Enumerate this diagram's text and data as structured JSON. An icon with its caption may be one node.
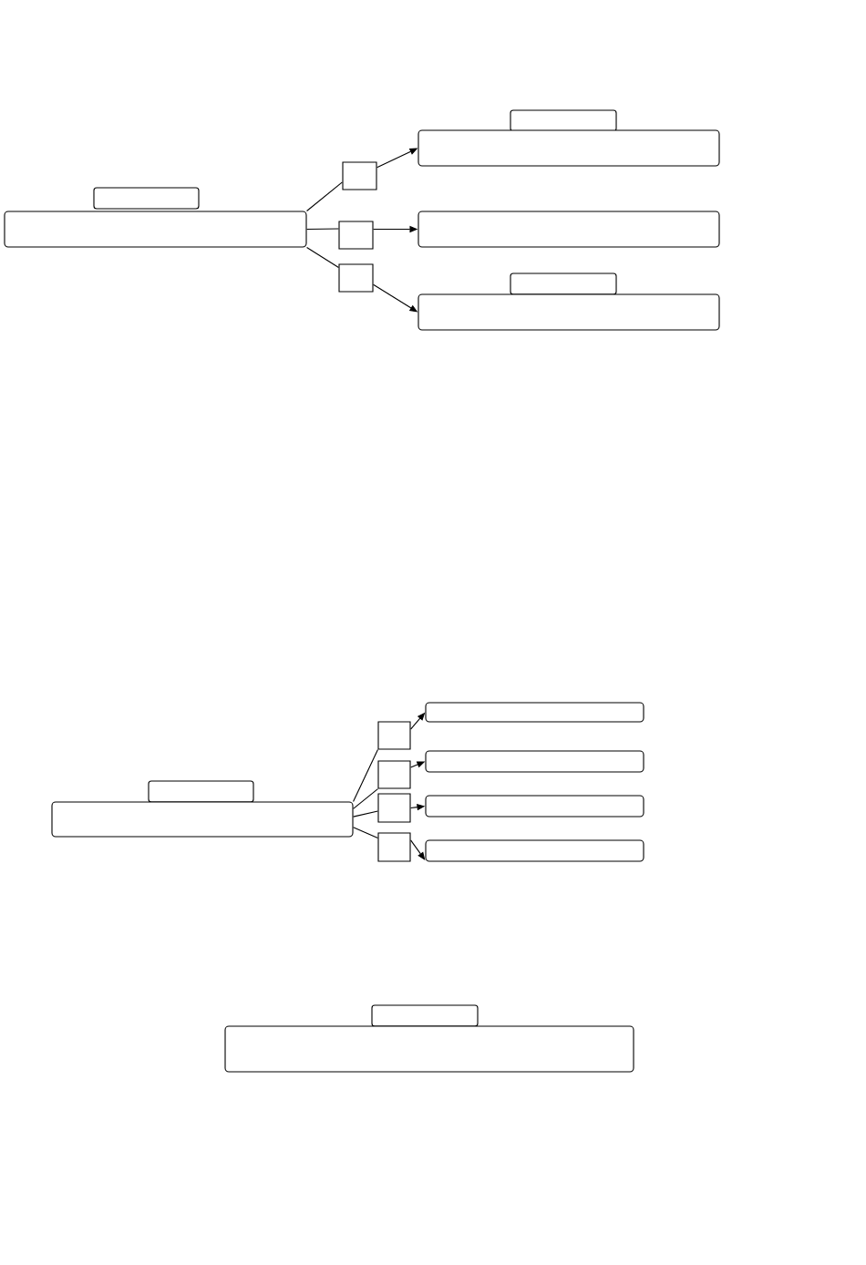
{
  "diagram": {
    "nodes": [
      {
        "text": [],
        "shape": "box"
      },
      {
        "text": [],
        "shape": "box"
      },
      {
        "text": [],
        "shape": "box"
      },
      {
        "text": [],
        "shape": "box"
      },
      {
        "text": [],
        "shape": "box"
      },
      {
        "text": [],
        "shape": "box"
      },
      {
        "text": [],
        "shape": "box"
      },
      {
        "text": [],
        "shape": "box"
      },
      {
        "text": [],
        "shape": "box"
      },
      {
        "text": [],
        "shape": "box"
      },
      {
        "text": [],
        "shape": "box"
      },
      {
        "text": [],
        "shape": "box"
      },
      {
        "text": [],
        "shape": "box"
      },
      {
        "text": [],
        "shape": "box"
      },
      {
        "text": [],
        "shape": "box"
      },
      {
        "text": [],
        "shape": "box"
      },
      {
        "text": [],
        "shape": "box"
      },
      {
        "text": [],
        "shape": "box"
      },
      {
        "text": [],
        "shape": "box"
      },
      {
        "text": [],
        "shape": "box"
      },
      {
        "text": [],
        "shape": "box"
      },
      {
        "text": [],
        "shape": "box"
      }
    ],
    "edges": [
      {
        "from": 1,
        "to": 2,
        "arrow": "none"
      },
      {
        "from": 2,
        "to": 6,
        "arrow": "to"
      },
      {
        "from": 1,
        "to": 3,
        "arrow": "none"
      },
      {
        "from": 3,
        "to": 7,
        "arrow": "to"
      },
      {
        "from": 1,
        "to": 4,
        "arrow": "none"
      },
      {
        "from": 4,
        "to": 9,
        "arrow": "to"
      },
      {
        "from": 11,
        "to": 12,
        "arrow": "none"
      },
      {
        "from": 12,
        "to": 16,
        "arrow": "to"
      },
      {
        "from": 11,
        "to": 13,
        "arrow": "none"
      },
      {
        "from": 13,
        "to": 17,
        "arrow": "to"
      },
      {
        "from": 11,
        "to": 14,
        "arrow": "none"
      },
      {
        "from": 14,
        "to": 18,
        "arrow": "to"
      },
      {
        "from": 11,
        "to": 15,
        "arrow": "none"
      },
      {
        "from": 15,
        "to": 19,
        "arrow": "to"
      }
    ]
  }
}
